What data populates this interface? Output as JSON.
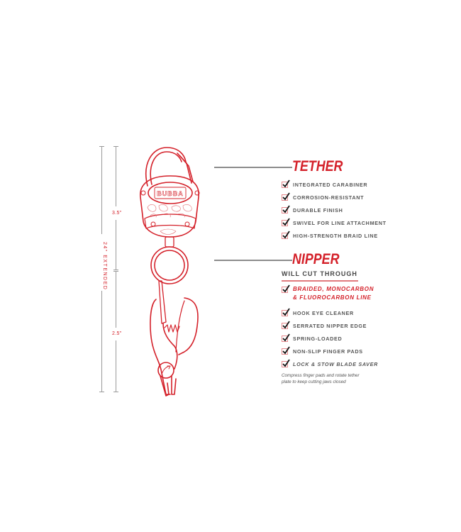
{
  "dimensions": {
    "overall_label": "24\" EXTENDED",
    "upper_label": "3.5\"",
    "lower_label": "2.5\""
  },
  "product": {
    "brand_badge": "BUBBA"
  },
  "tether": {
    "title": "TETHER",
    "features": [
      {
        "label": "INTEGRATED CARABINER",
        "checked": true
      },
      {
        "label": "CORROSION-RESISTANT",
        "checked": true
      },
      {
        "label": "DURABLE FINISH",
        "checked": true
      },
      {
        "label": "SWIVEL FOR LINE ATTACHMENT",
        "checked": true
      },
      {
        "label": "HIGH-STRENGTH BRAID LINE",
        "checked": true
      }
    ]
  },
  "nipper": {
    "title": "NIPPER",
    "subtitle": "WILL CUT THROUGH",
    "highlight": {
      "line1": "BRAIDED, MONOCARBON",
      "line2": "& FLUOROCARBON LINE",
      "checked": true
    },
    "features": [
      {
        "label": "HOOK EYE CLEANER",
        "checked": true
      },
      {
        "label": "SERRATED NIPPER EDGE",
        "checked": true
      },
      {
        "label": "SPRING-LOADED",
        "checked": true
      },
      {
        "label": "NON-SLIP FINGER PADS",
        "checked": true
      },
      {
        "label": "LOCK & STOW BLADE SAVER",
        "checked": true
      }
    ],
    "note": "Compress finger pads and rotate tether plate to keep cutting jaws closed"
  },
  "colors": {
    "accent_red": "#d4212a",
    "checkbox_border": "#e6888c",
    "leader_gray": "#8c8c8c",
    "text_gray": "#555555"
  }
}
